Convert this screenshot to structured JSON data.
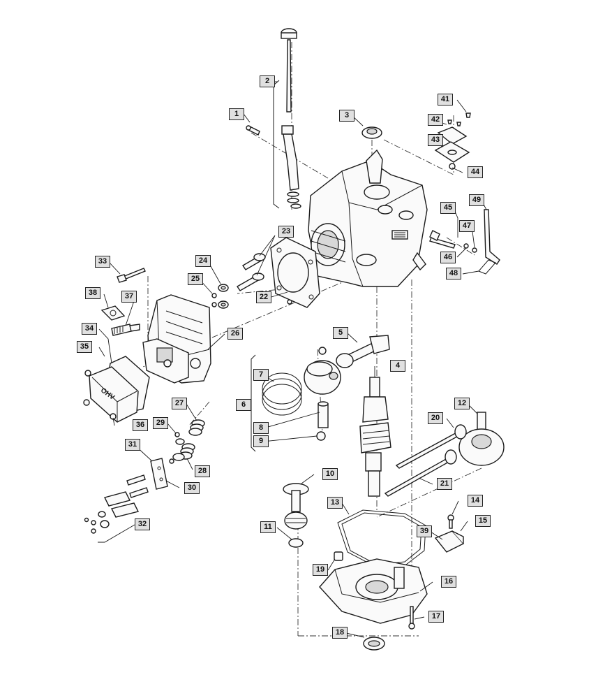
{
  "callouts": [
    "1",
    "2",
    "3",
    "4",
    "5",
    "6",
    "7",
    "8",
    "9",
    "10",
    "11",
    "12",
    "13",
    "14",
    "15",
    "16",
    "17",
    "18",
    "19",
    "20",
    "21",
    "22",
    "23",
    "24",
    "25",
    "26",
    "27",
    "28",
    "29",
    "30",
    "31",
    "32",
    "33",
    "34",
    "35",
    "36",
    "37",
    "38",
    "39",
    "41",
    "42",
    "43",
    "44",
    "45",
    "46",
    "47",
    "48",
    "49"
  ],
  "engine_logo_text": "OHV"
}
